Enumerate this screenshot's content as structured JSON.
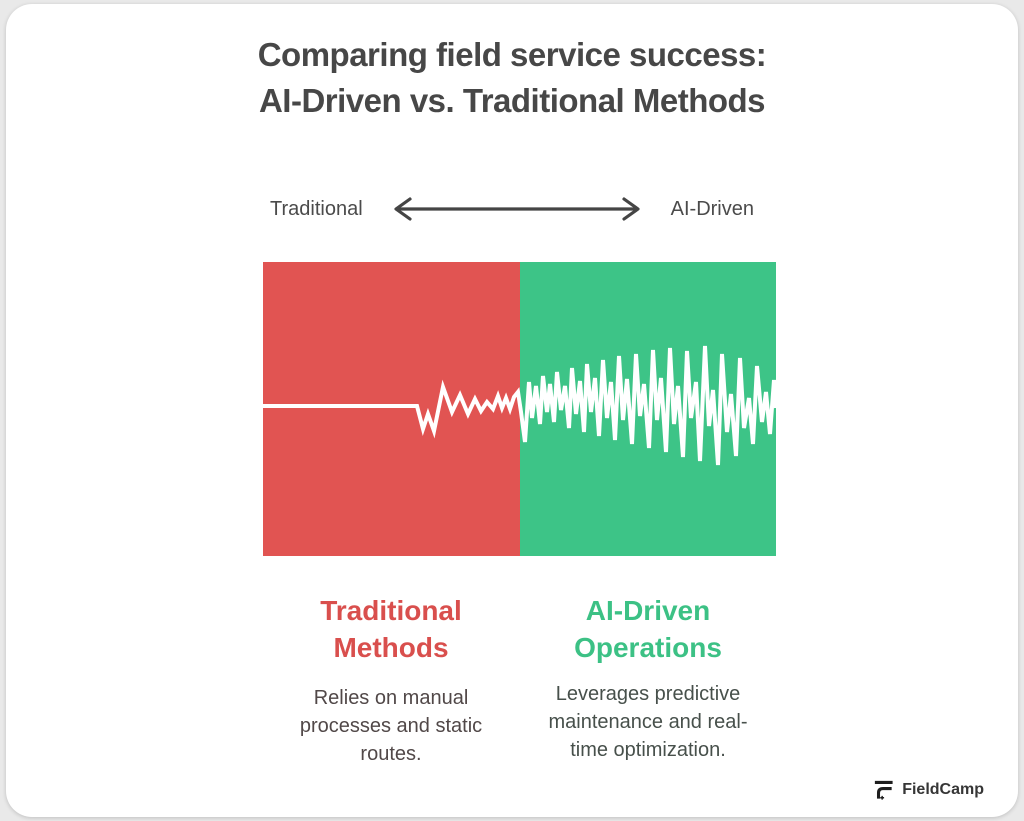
{
  "page": {
    "background_color": "#e9e9e9",
    "card_color": "#ffffff"
  },
  "title": {
    "line1": "Comparing field service success:",
    "line2": "AI-Driven vs. Traditional Methods",
    "color": "#474747"
  },
  "axis": {
    "left_label": "Traditional",
    "right_label": "AI-Driven",
    "arrow_color": "#454545"
  },
  "comparison": {
    "left": {
      "heading": "Traditional Methods",
      "heading_color": "#d94f4d",
      "description": "Relies on manual processes and static routes.",
      "panel_color": "#e15452"
    },
    "right": {
      "heading": "AI-Driven Operations",
      "heading_color": "#3cc185",
      "description": "Leverages predictive maintenance and real-time optimization.",
      "panel_color": "#3dc487"
    }
  },
  "waveform": {
    "stroke": "#ffffff",
    "stroke_width": 4,
    "points": [
      [
        0,
        144
      ],
      [
        154,
        144
      ],
      [
        160,
        167
      ],
      [
        165,
        152
      ],
      [
        171,
        169
      ],
      [
        180,
        125
      ],
      [
        189,
        150
      ],
      [
        197,
        133
      ],
      [
        205,
        152
      ],
      [
        212,
        137
      ],
      [
        218,
        149
      ],
      [
        224,
        140
      ],
      [
        230,
        147
      ],
      [
        235,
        134
      ],
      [
        239,
        146
      ],
      [
        243,
        136
      ],
      [
        247,
        147
      ],
      [
        251,
        135
      ],
      [
        255,
        130
      ],
      [
        258,
        150
      ],
      [
        262,
        180
      ],
      [
        266,
        120
      ],
      [
        269,
        156
      ],
      [
        273,
        124
      ],
      [
        277,
        162
      ],
      [
        280,
        114
      ],
      [
        284,
        150
      ],
      [
        287,
        122
      ],
      [
        291,
        160
      ],
      [
        294,
        110
      ],
      [
        298,
        148
      ],
      [
        302,
        124
      ],
      [
        306,
        166
      ],
      [
        309,
        106
      ],
      [
        313,
        152
      ],
      [
        317,
        119
      ],
      [
        321,
        170
      ],
      [
        324,
        102
      ],
      [
        328,
        150
      ],
      [
        332,
        116
      ],
      [
        336,
        174
      ],
      [
        340,
        98
      ],
      [
        344,
        156
      ],
      [
        348,
        120
      ],
      [
        352,
        178
      ],
      [
        356,
        94
      ],
      [
        360,
        158
      ],
      [
        364,
        117
      ],
      [
        369,
        182
      ],
      [
        373,
        92
      ],
      [
        377,
        154
      ],
      [
        381,
        122
      ],
      [
        386,
        186
      ],
      [
        390,
        88
      ],
      [
        394,
        158
      ],
      [
        398,
        116
      ],
      [
        403,
        190
      ],
      [
        407,
        86
      ],
      [
        411,
        162
      ],
      [
        415,
        124
      ],
      [
        420,
        195
      ],
      [
        424,
        89
      ],
      [
        428,
        156
      ],
      [
        433,
        120
      ],
      [
        437,
        199
      ],
      [
        442,
        84
      ],
      [
        446,
        164
      ],
      [
        450,
        128
      ],
      [
        455,
        203
      ],
      [
        459,
        92
      ],
      [
        464,
        170
      ],
      [
        468,
        132
      ],
      [
        473,
        194
      ],
      [
        477,
        96
      ],
      [
        481,
        166
      ],
      [
        486,
        136
      ],
      [
        490,
        182
      ],
      [
        494,
        104
      ],
      [
        499,
        160
      ],
      [
        503,
        130
      ],
      [
        507,
        172
      ],
      [
        511,
        118
      ],
      [
        513,
        146
      ]
    ]
  },
  "logo": {
    "text": "FieldCamp",
    "color": "#363636"
  }
}
